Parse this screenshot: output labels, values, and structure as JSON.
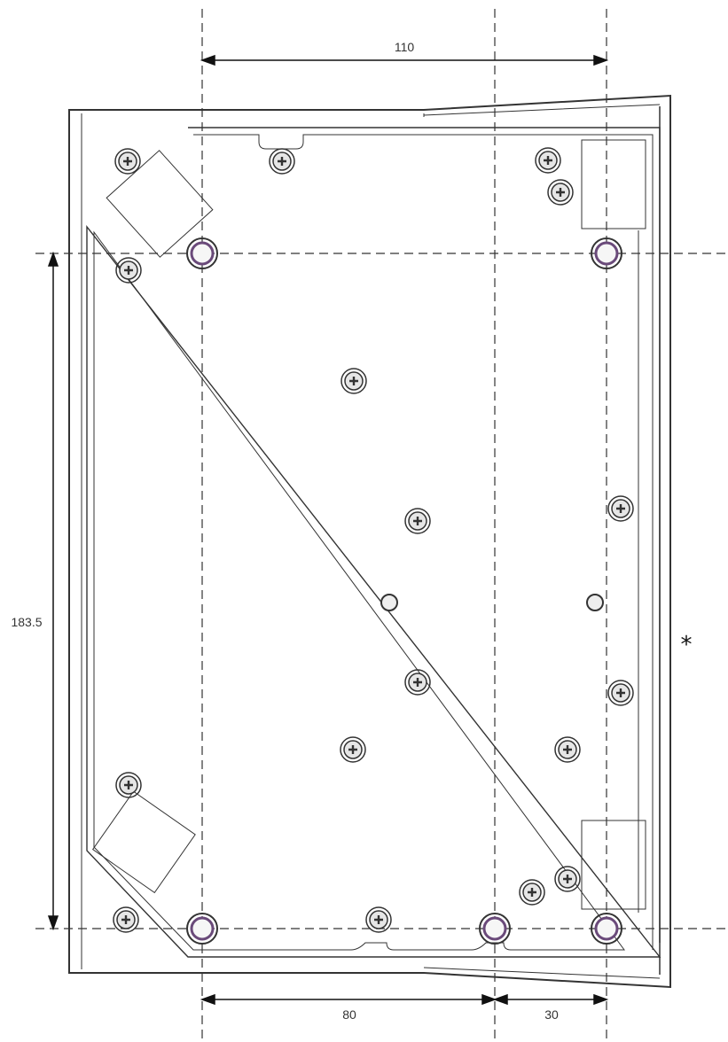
{
  "drawing": {
    "dimensions": {
      "top_width": "110",
      "left_height": "183.5",
      "bottom_left": "80",
      "bottom_right": "30"
    },
    "note_marker": "*",
    "colors": {
      "line": "#333333",
      "hole_ring": "#6a4a7a",
      "screw_fill": "#e6e6e6"
    }
  }
}
